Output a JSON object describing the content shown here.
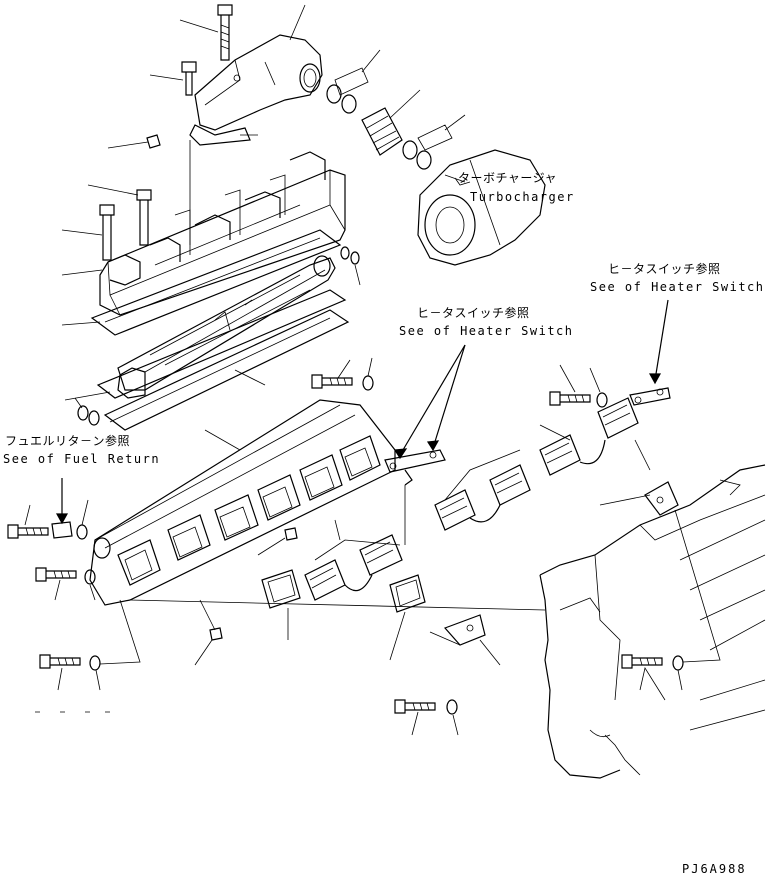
{
  "labels": {
    "turbo_jp": "ターボチャージャ",
    "turbo_en": "Turbocharger",
    "heater_right_jp": "ヒ－タスイッチ参照",
    "heater_right_en": "See of Heater Switch",
    "heater_mid_jp": "ヒ－タスイッチ参照",
    "heater_mid_en": "See of Heater Switch",
    "fuel_jp": "フュエルリタ－ン参照",
    "fuel_en": "See of Fuel Return",
    "drawing_code": "PJ6A988"
  }
}
